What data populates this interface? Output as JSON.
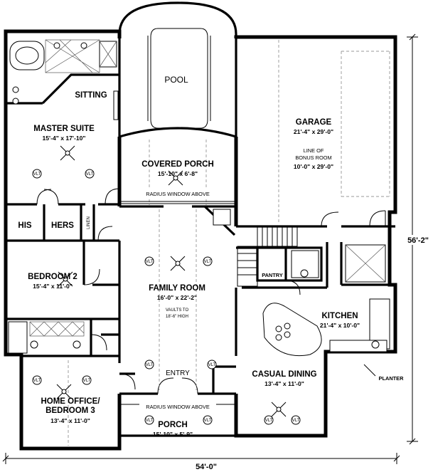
{
  "rooms": {
    "pool": "POOL",
    "sitting": "SITTING",
    "master_suite": {
      "name": "MASTER SUITE",
      "size": "15'-4\" x 17'-10\""
    },
    "covered_porch": {
      "name": "COVERED PORCH",
      "size": "15'-10\" x 6'-8\""
    },
    "radius_window_top": "RADIUS WINDOW ABOVE",
    "garage": {
      "name": "GARAGE",
      "size": "21'-4\" x 29'-0\""
    },
    "bonus_room": {
      "line1": "LINE OF",
      "line2": "BONUS ROOM",
      "size": "10'-0\" x 29'-0\""
    },
    "his": "HIS",
    "hers": "HERS",
    "linen": "LINEN",
    "pantry": "PANTRY",
    "bedroom2": {
      "name": "BEDROOM 2",
      "size": "15'-4\" x 11'-0\""
    },
    "family_room": {
      "name": "FAMILY ROOM",
      "size": "16'-0\" x 22'-2\"",
      "vault1": "VAULTS TO",
      "vault2": "18'-6\" HIGH"
    },
    "kitchen": {
      "name": "KITCHEN",
      "size": "21'-4\" x 10'-0\""
    },
    "planter": "PLANTER",
    "entry": "ENTRY",
    "casual_dining": {
      "name": "CASUAL DINING",
      "size": "13'-4\" x 11'-0\""
    },
    "home_office": {
      "line1": "HOME OFFICE/",
      "line2": "BEDROOM 3",
      "size": "13'-4\" x 11'-0\""
    },
    "radius_window_bottom": "RADIUS WINDOW ABOVE",
    "porch": {
      "name": "PORCH",
      "size": "15'-10\" x 5'-9\""
    }
  },
  "vlt_marker": "VLT",
  "dimensions": {
    "width": "54'-0\"",
    "depth": "56'-2\""
  }
}
